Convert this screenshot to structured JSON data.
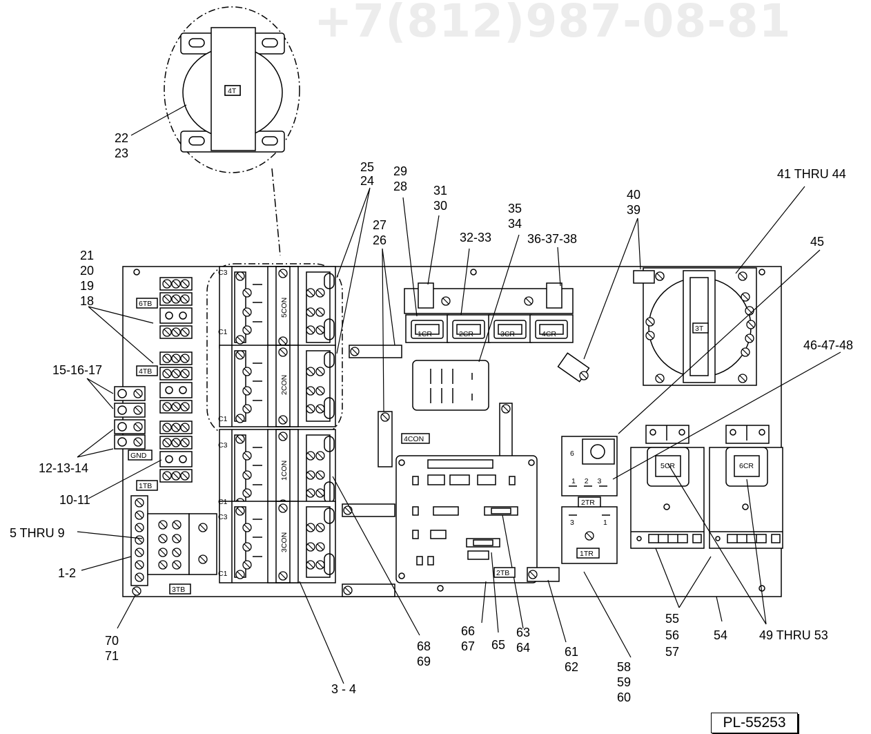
{
  "watermark": "+7(812)987-08-81",
  "document_id": "PL-55253",
  "component_labels": {
    "t4": "4T",
    "t3": "3T",
    "tb6": "6TB",
    "tb4": "4TB",
    "tb1": "1TB",
    "tb3": "3TB",
    "tb2": "2TB",
    "gnd": "GND",
    "con5": "5CON",
    "con2": "2CON",
    "con1": "1CON",
    "con3": "3CON",
    "con4": "4CON",
    "cr1": "1CR",
    "cr2": "2CR",
    "cr3": "3CR",
    "cr4": "4CR",
    "cr5": "5CR",
    "cr6": "6CR",
    "tr2": "2TR",
    "tr1": "1TR",
    "c3": "C3",
    "c1": "C1",
    "tr2_terms": "1 2 3",
    "tr2_top": "6",
    "tr1_left": "3",
    "tr1_right": "1"
  },
  "callouts": {
    "c22": "22",
    "c23": "23",
    "c25": "25",
    "c24": "24",
    "c29": "29",
    "c28": "28",
    "c31": "31",
    "c30": "30",
    "c27": "27",
    "c26": "26",
    "c35": "35",
    "c34": "34",
    "c32_33": "32-33",
    "c36_38": "36-37-38",
    "c40": "40",
    "c39": "39",
    "c41_44": "41 THRU 44",
    "c45": "45",
    "c46_48": "46-47-48",
    "c21": "21",
    "c20": "20",
    "c19": "19",
    "c18": "18",
    "c15_17": "15-16-17",
    "c12_14": "12-13-14",
    "c10_11": "10-11",
    "c5_9": "5 THRU 9",
    "c1_2": "1-2",
    "c70": "70",
    "c71": "71",
    "c3_4": "3 - 4",
    "c68": "68",
    "c69": "69",
    "c66": "66",
    "c67": "67",
    "c65": "65",
    "c63": "63",
    "c64": "64",
    "c61": "61",
    "c62": "62",
    "c58": "58",
    "c59": "59",
    "c60": "60",
    "c55": "55",
    "c56": "56",
    "c57": "57",
    "c54": "54",
    "c49_53": "49 THRU 53"
  }
}
